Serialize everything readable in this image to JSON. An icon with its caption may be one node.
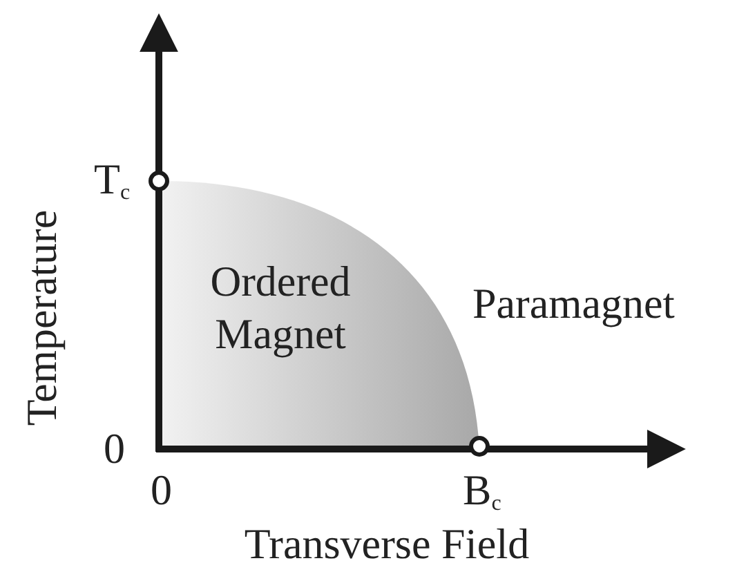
{
  "diagram": {
    "nodes": [
      {
        "text": [
          "Ordered Magnet"
        ]
      }
    ],
    "labels": [
      "T$_{c}$",
      "Paramagnet",
      "Temperature",
      "0",
      "0",
      "B$_{c}$",
      "Transverse Field"
    ]
  }
}
